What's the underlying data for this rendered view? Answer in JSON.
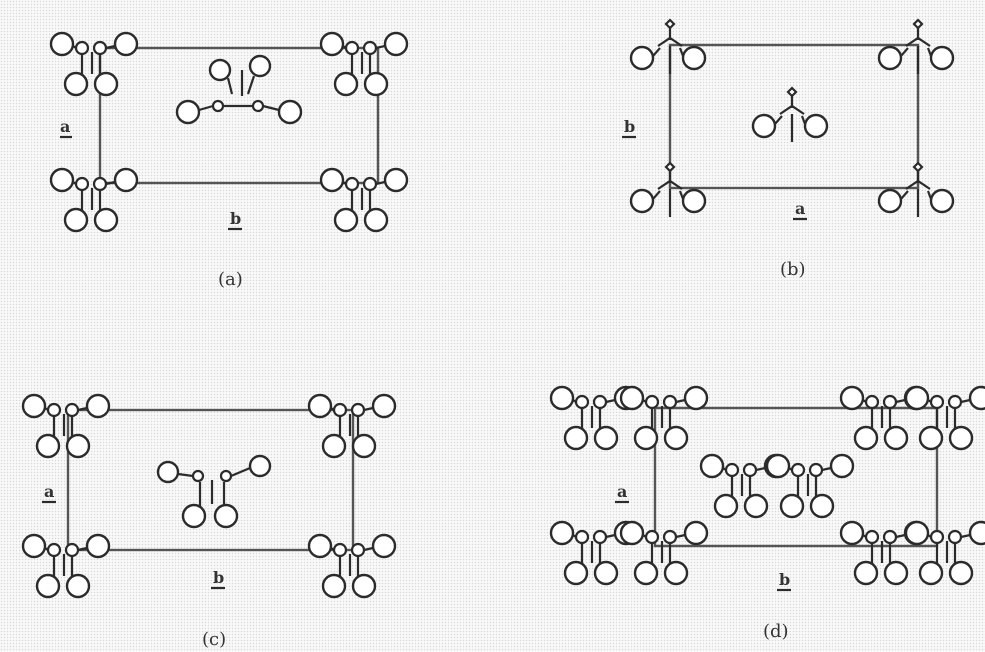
{
  "panels": [
    {
      "caption": "(a)",
      "axis_h": "a",
      "axis_v": "b"
    },
    {
      "caption": "(b)",
      "axis_h": "b",
      "axis_v": "a"
    },
    {
      "caption": "(c)",
      "axis_h": "a",
      "axis_v": "b"
    },
    {
      "caption": "(d)",
      "axis_h": "a",
      "axis_v": "b"
    }
  ]
}
